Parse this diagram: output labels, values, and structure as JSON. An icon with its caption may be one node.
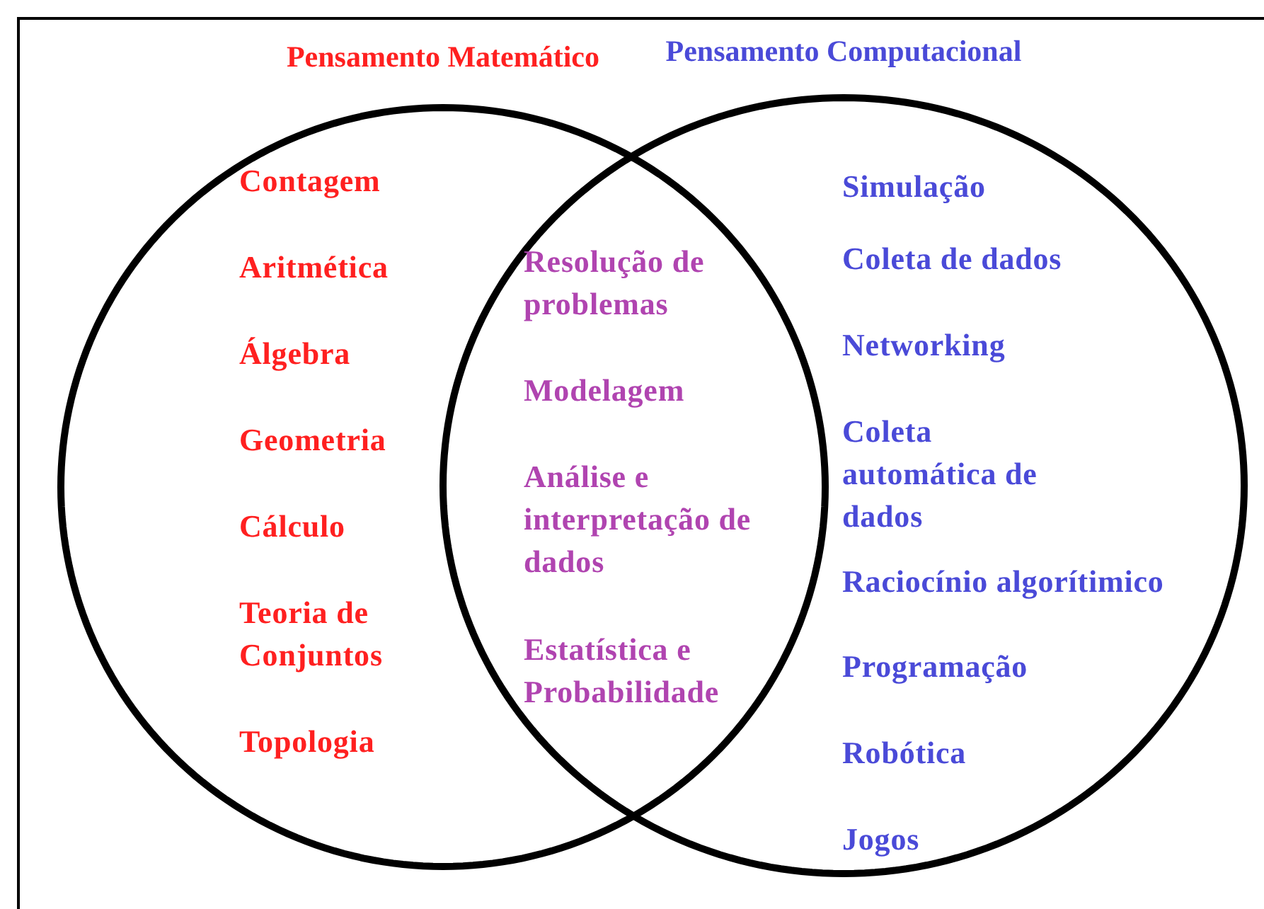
{
  "diagram": {
    "nodes": [
      {
        "text": [
          "Pensamento Matemático"
        ]
      },
      {
        "text": [
          "Pensamento Computacional"
        ]
      }
    ],
    "labels": [
      "Contagem",
      "Aritmética",
      "Álgebra",
      "Geometria",
      "Cálculo",
      "Teoria de Conjuntos",
      "Topologia",
      "Resolução de problemas",
      "Modelagem",
      "Análise e interpretação de dados",
      "Estatística e Probabilidade",
      "Simulação",
      "Coleta de dados",
      "Networking",
      "Coleta automática de dados",
      "Raciocínio algorítimico",
      "Programação",
      "Robótica",
      "Jogos"
    ]
  }
}
